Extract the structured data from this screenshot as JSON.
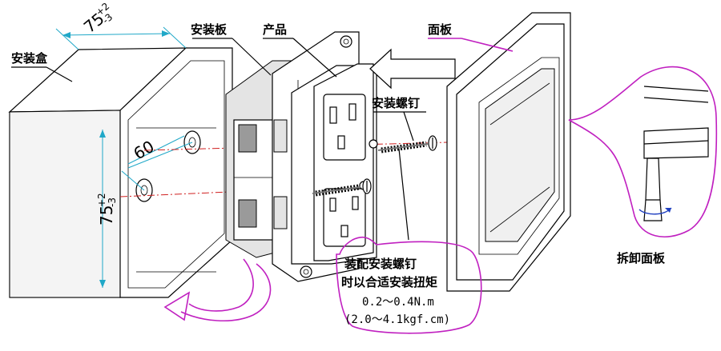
{
  "labels": {
    "install_box": "安装盒",
    "install_plate": "安装板",
    "product": "产品",
    "panel": "面板",
    "install_screw": "安装螺钉",
    "remove_panel": "拆卸面板"
  },
  "dimensions": {
    "width_value": "75",
    "width_tol_upper": "+2",
    "width_tol_lower": "-3",
    "height_value": "75",
    "height_tol_upper": "+2",
    "height_tol_lower": "-3",
    "hole_spacing": "60"
  },
  "note": {
    "line1": "装配安装螺钉",
    "line2": "时以合适安装扭矩",
    "line3": "0.2～0.4N.m",
    "line4": "(2.0～4.1kgf.cm)"
  },
  "colors": {
    "callout": "#c020c0",
    "dimension": "#20a8c8",
    "centerline": "#d02020"
  }
}
